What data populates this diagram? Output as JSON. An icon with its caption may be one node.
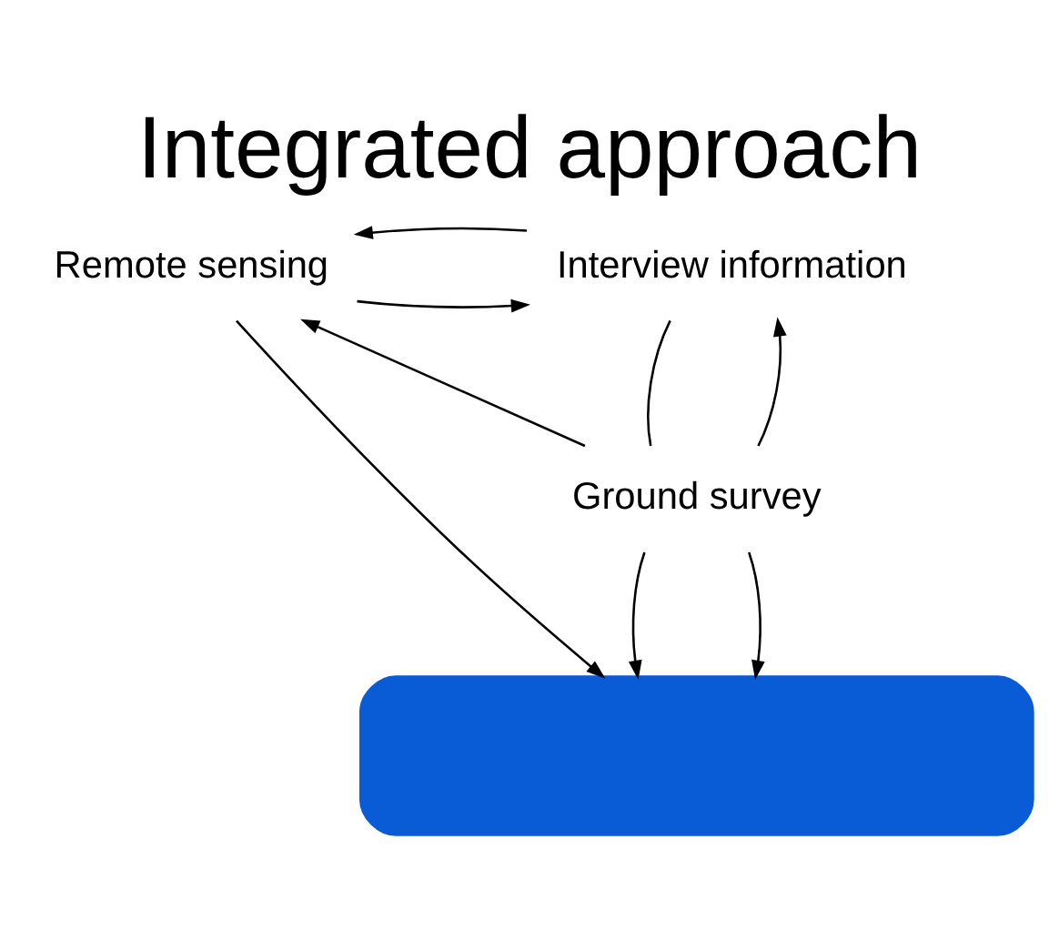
{
  "diagram": {
    "title": "Integrated approach",
    "nodes": [
      {
        "text": [
          "Remote sensing"
        ]
      },
      {
        "text": [
          "Interview information"
        ]
      },
      {
        "text": [
          "Ground survey"
        ]
      },
      {
        "text": [],
        "shape": "box"
      }
    ],
    "edges": [
      {
        "from": 0,
        "to": 1,
        "arrow": "to"
      },
      {
        "from": 1,
        "to": 0,
        "arrow": "to"
      },
      {
        "from": 2,
        "to": 0,
        "arrow": "to"
      },
      {
        "from": 2,
        "to": 1,
        "arrow": "to"
      },
      {
        "from": 1,
        "to": 2,
        "arrow": "none"
      },
      {
        "from": 0,
        "to": 3,
        "arrow": "to"
      },
      {
        "from": 2,
        "to": 3,
        "arrow": "to"
      },
      {
        "from": 2,
        "to": 3,
        "arrow": "to"
      }
    ]
  }
}
